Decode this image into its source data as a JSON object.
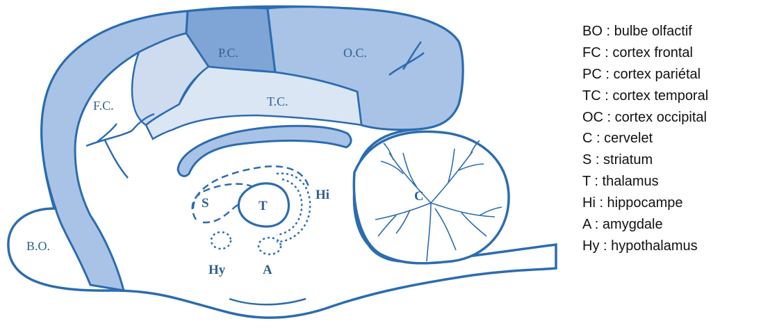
{
  "diagram": {
    "colors": {
      "outline": "#2b6cb0",
      "frontal_occipital": "#a9c3e6",
      "parietal": "#7fa4d6",
      "temporal": "#dbe6f5",
      "background": "#ffffff"
    },
    "labels": {
      "fc": "F.C.",
      "pc": "P.C.",
      "oc": "O.C.",
      "tc": "T.C.",
      "bo": "B.O.",
      "s": "S",
      "t": "T",
      "hi": "Hi",
      "c": "C",
      "hy": "Hy",
      "a": "A"
    }
  },
  "legend": [
    "BO : bulbe olfactif",
    "FC : cortex frontal",
    "PC : cortex pariétal",
    "TC : cortex temporal",
    "OC : cortex occipital",
    "C : cervelet",
    "S : striatum",
    "T : thalamus",
    "Hi : hippocampe",
    "A : amygdale",
    "Hy : hypothalamus"
  ]
}
